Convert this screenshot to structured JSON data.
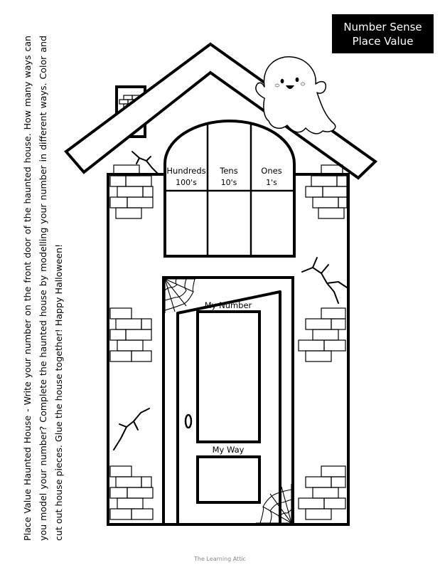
{
  "badge": {
    "line1": "Number Sense",
    "line2": "Place Value"
  },
  "instructions": "Place Value Haunted House - Write your number on the front door of the haunted house. How many ways can you model your number? Complete the haunted house by modelling your number in different ways. Color and cut out house pieces. Glue the house together! Happy Halloween!",
  "window": {
    "columns": [
      {
        "heading": "Hundreds",
        "sub": "100's"
      },
      {
        "heading": "Tens",
        "sub": "10's"
      },
      {
        "heading": "Ones",
        "sub": "1's"
      }
    ]
  },
  "door": {
    "my_number_label": "My Number",
    "my_way_label": "My Way"
  },
  "icons": [
    "ghost-icon",
    "cobweb-icon",
    "crack-icon",
    "brick-pattern"
  ],
  "footer": "The Learning Attic"
}
